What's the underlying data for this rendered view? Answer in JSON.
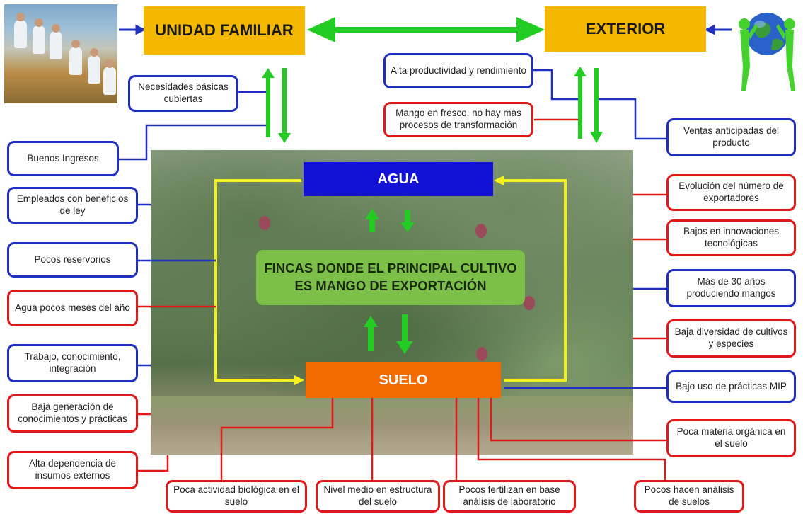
{
  "top": {
    "unidad_familiar": "UNIDAD FAMILIAR",
    "exterior": "EXTERIOR"
  },
  "center": {
    "agua": "AGUA",
    "suelo": "SUELO",
    "main_line1": "FINCAS DONDE EL PRINCIPAL CULTIVO",
    "main_line2": "ES MANGO DE EXPORTACIÓN"
  },
  "notes": {
    "necesidades": "Necesidades básicas cubiertas",
    "alta_productividad": "Alta productividad y rendimiento",
    "mango_fresco": "Mango en fresco, no hay mas procesos de transformación",
    "ventas": "Ventas anticipadas del producto",
    "buenos_ingresos": "Buenos Ingresos",
    "empleados": "Empleados con beneficios de ley",
    "pocos_reservorios": "Pocos reservorios",
    "agua_pocos": "Agua pocos meses del año",
    "trabajo": "Trabajo, conocimiento, integración",
    "baja_generacion": "Baja generación de conocimientos y prácticas",
    "alta_dependencia": "Alta dependencia de insumos externos",
    "evolucion": "Evolución del número de exportadores",
    "bajos_innovaciones": "Bajos en innovaciones tecnológicas",
    "mas_30": "Más de 30 años produciendo mangos",
    "baja_diversidad": "Baja diversidad de cultivos y especies",
    "bajo_uso": "Bajo uso de prácticas MIP",
    "poca_materia": "Poca materia orgánica en el suelo",
    "poca_actividad": "Poca actividad biológica en el suelo",
    "nivel_medio": "Nivel medio en estructura del suelo",
    "pocos_fertilizan": "Pocos fertilizan en base análisis de laboratorio",
    "pocos_analisis": "Pocos hacen análisis de suelos"
  },
  "colors": {
    "orange_title": "#f5b800",
    "agua": "#1212d6",
    "suelo": "#f26a00",
    "main": "#7cc04a",
    "green_arrow": "#22cc22",
    "yellow_frame": "#f5f01a",
    "blue_line": "#1f2fbf",
    "red_line": "#e01818"
  }
}
